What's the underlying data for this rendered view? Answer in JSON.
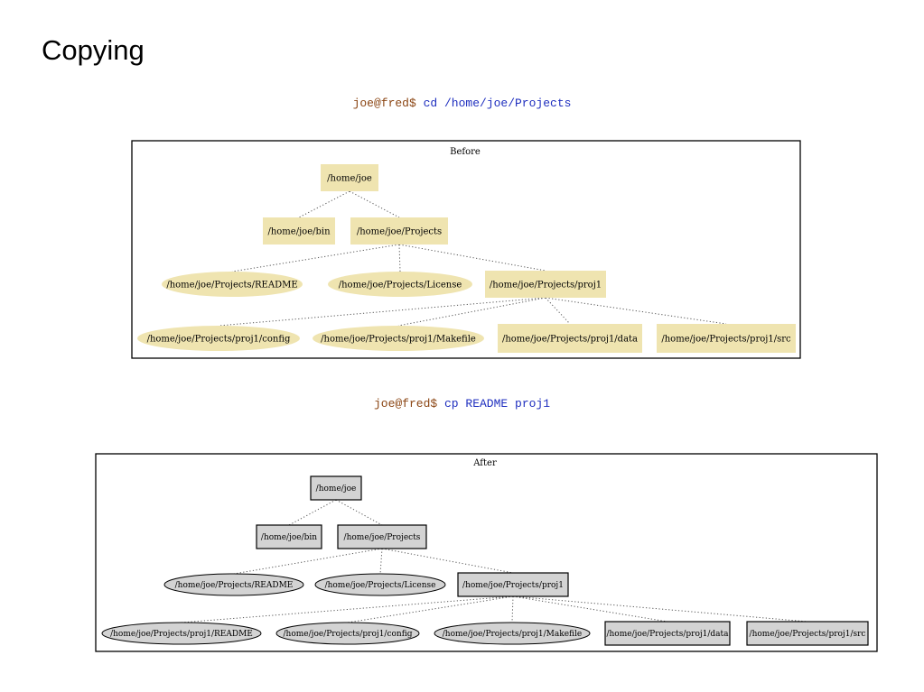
{
  "title": "Copying",
  "commands": [
    {
      "prompt": "joe@fred$",
      "command": "cd /home/joe/Projects"
    },
    {
      "prompt": "joe@fred$",
      "command": "cp README proj1"
    }
  ],
  "colors": {
    "before_node_fill": "#efe4b0",
    "after_node_fill": "#d3d3d3",
    "node_stroke": "#000000",
    "edge": "#555555"
  },
  "diagrams": [
    {
      "label": "Before",
      "nodes": [
        {
          "id": "joe",
          "label": "/home/joe",
          "kind": "dir"
        },
        {
          "id": "bin",
          "label": "/home/joe/bin",
          "kind": "dir"
        },
        {
          "id": "projects",
          "label": "/home/joe/Projects",
          "kind": "dir"
        },
        {
          "id": "readme",
          "label": "/home/joe/Projects/README",
          "kind": "file"
        },
        {
          "id": "license",
          "label": "/home/joe/Projects/License",
          "kind": "file"
        },
        {
          "id": "proj1",
          "label": "/home/joe/Projects/proj1",
          "kind": "dir"
        },
        {
          "id": "config",
          "label": "/home/joe/Projects/proj1/config",
          "kind": "file"
        },
        {
          "id": "makefile",
          "label": "/home/joe/Projects/proj1/Makefile",
          "kind": "file"
        },
        {
          "id": "data",
          "label": "/home/joe/Projects/proj1/data",
          "kind": "dir"
        },
        {
          "id": "src",
          "label": "/home/joe/Projects/proj1/src",
          "kind": "dir"
        }
      ],
      "edges": [
        [
          "joe",
          "bin"
        ],
        [
          "joe",
          "projects"
        ],
        [
          "projects",
          "readme"
        ],
        [
          "projects",
          "license"
        ],
        [
          "projects",
          "proj1"
        ],
        [
          "proj1",
          "config"
        ],
        [
          "proj1",
          "makefile"
        ],
        [
          "proj1",
          "data"
        ],
        [
          "proj1",
          "src"
        ]
      ]
    },
    {
      "label": "After",
      "nodes": [
        {
          "id": "joe",
          "label": "/home/joe",
          "kind": "dir"
        },
        {
          "id": "bin",
          "label": "/home/joe/bin",
          "kind": "dir"
        },
        {
          "id": "projects",
          "label": "/home/joe/Projects",
          "kind": "dir"
        },
        {
          "id": "readme",
          "label": "/home/joe/Projects/README",
          "kind": "file"
        },
        {
          "id": "license",
          "label": "/home/joe/Projects/License",
          "kind": "file"
        },
        {
          "id": "proj1",
          "label": "/home/joe/Projects/proj1",
          "kind": "dir"
        },
        {
          "id": "readme2",
          "label": "/home/joe/Projects/proj1/README",
          "kind": "file"
        },
        {
          "id": "config",
          "label": "/home/joe/Projects/proj1/config",
          "kind": "file"
        },
        {
          "id": "makefile",
          "label": "/home/joe/Projects/proj1/Makefile",
          "kind": "file"
        },
        {
          "id": "data",
          "label": "/home/joe/Projects/proj1/data",
          "kind": "dir"
        },
        {
          "id": "src",
          "label": "/home/joe/Projects/proj1/src",
          "kind": "dir"
        }
      ],
      "edges": [
        [
          "joe",
          "bin"
        ],
        [
          "joe",
          "projects"
        ],
        [
          "projects",
          "readme"
        ],
        [
          "projects",
          "license"
        ],
        [
          "projects",
          "proj1"
        ],
        [
          "proj1",
          "readme2"
        ],
        [
          "proj1",
          "config"
        ],
        [
          "proj1",
          "makefile"
        ],
        [
          "proj1",
          "data"
        ],
        [
          "proj1",
          "src"
        ]
      ]
    }
  ]
}
